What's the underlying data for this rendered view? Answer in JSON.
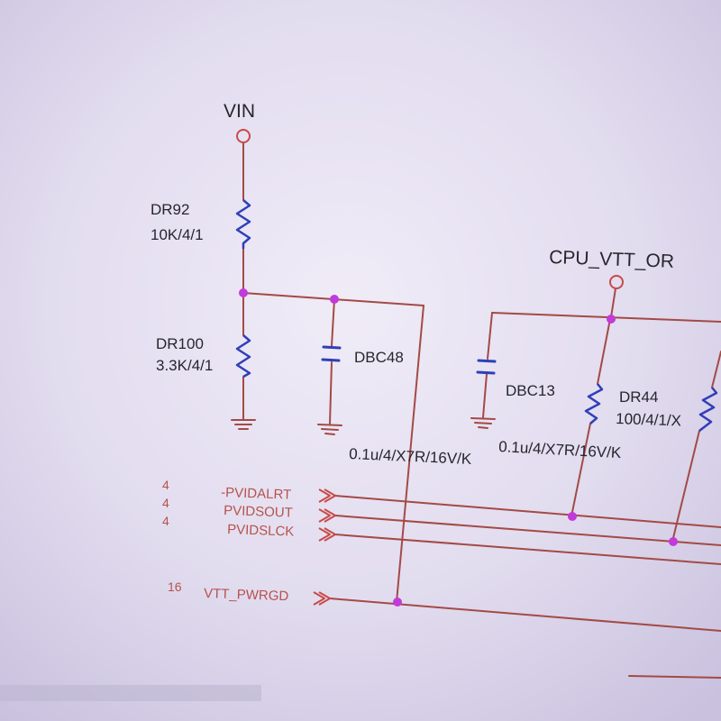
{
  "nets": {
    "vin": "VIN",
    "cpu_vtt_or": "CPU_VTT_OR"
  },
  "components": {
    "dr92": {
      "ref": "DR92",
      "value": "10K/4/1"
    },
    "dr100": {
      "ref": "DR100",
      "value": "3.3K/4/1"
    },
    "dbc48": {
      "ref": "DBC48",
      "value": "0.1u/4/X7R/16V/K"
    },
    "dbc13": {
      "ref": "DBC13",
      "value": "0.1u/4/X7R/16V/K"
    },
    "dr44": {
      "ref": "DR44",
      "value": "100/4/1/X"
    }
  },
  "ports": [
    {
      "sheet": "4",
      "name": "-PVIDALRT"
    },
    {
      "sheet": "4",
      "name": "PVIDSOUT"
    },
    {
      "sheet": "4",
      "name": "PVIDSLCK"
    },
    {
      "sheet": "16",
      "name": "VTT_PWRGD"
    }
  ],
  "colors": {
    "background": "#d7d0ea",
    "wire": "#a34a46",
    "resistor": "#2f3fb8",
    "capacitor": "#2f3fb8",
    "junction": "#c23ad9",
    "port_marker": "#c84a48",
    "text": "#26262e",
    "pin_text": "#b5524d"
  }
}
